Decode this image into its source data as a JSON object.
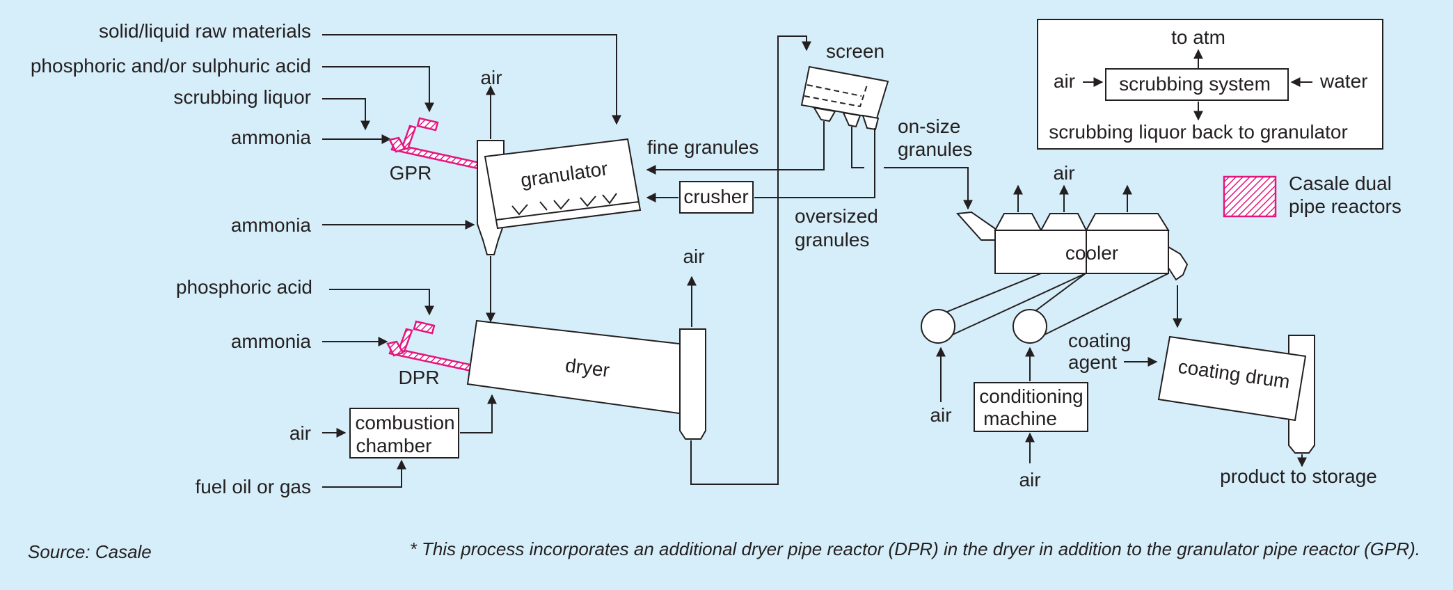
{
  "colors": {
    "background": "#d6eef9",
    "ink": "#231f20",
    "reactor": "#e5157f"
  },
  "inputs": {
    "raw_materials": "solid/liquid raw materials",
    "acid_1": "phosphoric and/or sulphuric acid",
    "scrubbing_liquor": "scrubbing liquor",
    "ammonia_1": "ammonia",
    "ammonia_2": "ammonia",
    "acid_2": "phosphoric acid",
    "ammonia_3": "ammonia",
    "air": "air",
    "fuel": "fuel oil or gas"
  },
  "equipment": {
    "gpr": "GPR",
    "dpr": "DPR",
    "granulator": "granulator",
    "dryer": "dryer",
    "crusher": "crusher",
    "screen": "screen",
    "cooler": "cooler",
    "coating_drum": "coating drum",
    "combustion_line1": "combustion",
    "combustion_line2": "chamber",
    "conditioning_line1": "conditioning",
    "conditioning_line2": "machine"
  },
  "streams": {
    "fine_granules": "fine granules",
    "onsize_line1": "on-size",
    "onsize_line2": "granules",
    "oversized_line1": "oversized",
    "oversized_line2": "granules",
    "coating_agent_line1": "coating",
    "coating_agent_line2": "agent",
    "air": "air",
    "product": "product to storage"
  },
  "scrubbing": {
    "to_atm": "to atm",
    "air": "air",
    "system": "scrubbing system",
    "water": "water",
    "back": "scrubbing liquor back to granulator"
  },
  "legend": {
    "line1": "Casale dual",
    "line2": "pipe reactors"
  },
  "footer": {
    "source": "Source: Casale",
    "note": "* This process incorporates an additional dryer pipe reactor (DPR) in the dryer in addition to the granulator pipe reactor (GPR)."
  }
}
